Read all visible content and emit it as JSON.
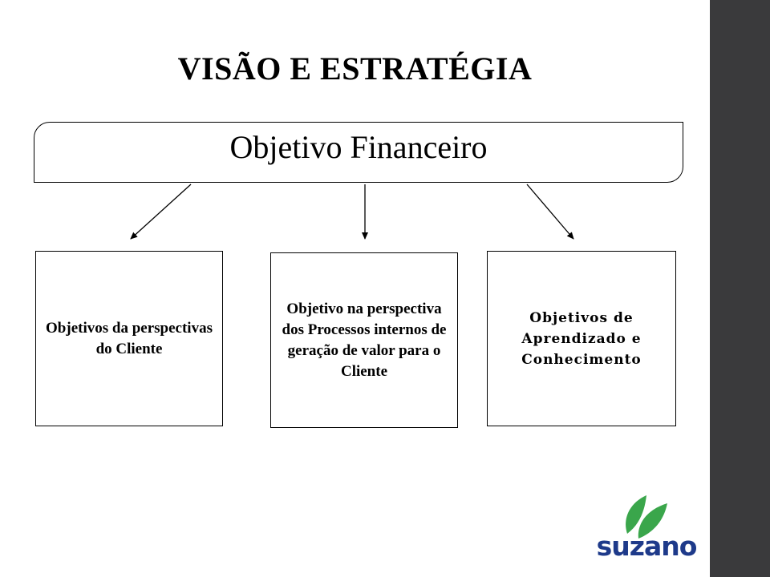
{
  "title": "VISÃO E ESTRATÉGIA",
  "top_node": {
    "label": "Objetivo Financeiro"
  },
  "child_nodes": [
    {
      "label": "Objetivos da perspectivas do Cliente"
    },
    {
      "label": "Objetivo na perspectiva dos Processos internos de geração de valor para o Cliente"
    },
    {
      "label": "Objetivos de Aprendizado e Conhecimento"
    }
  ],
  "logo": {
    "text": "suzano",
    "leaf_color": "#3aa64b",
    "text_color": "#1e3a8a",
    "icon": "suzano-leaf-icon"
  },
  "colors": {
    "sidebar": "#3a3a3c"
  }
}
